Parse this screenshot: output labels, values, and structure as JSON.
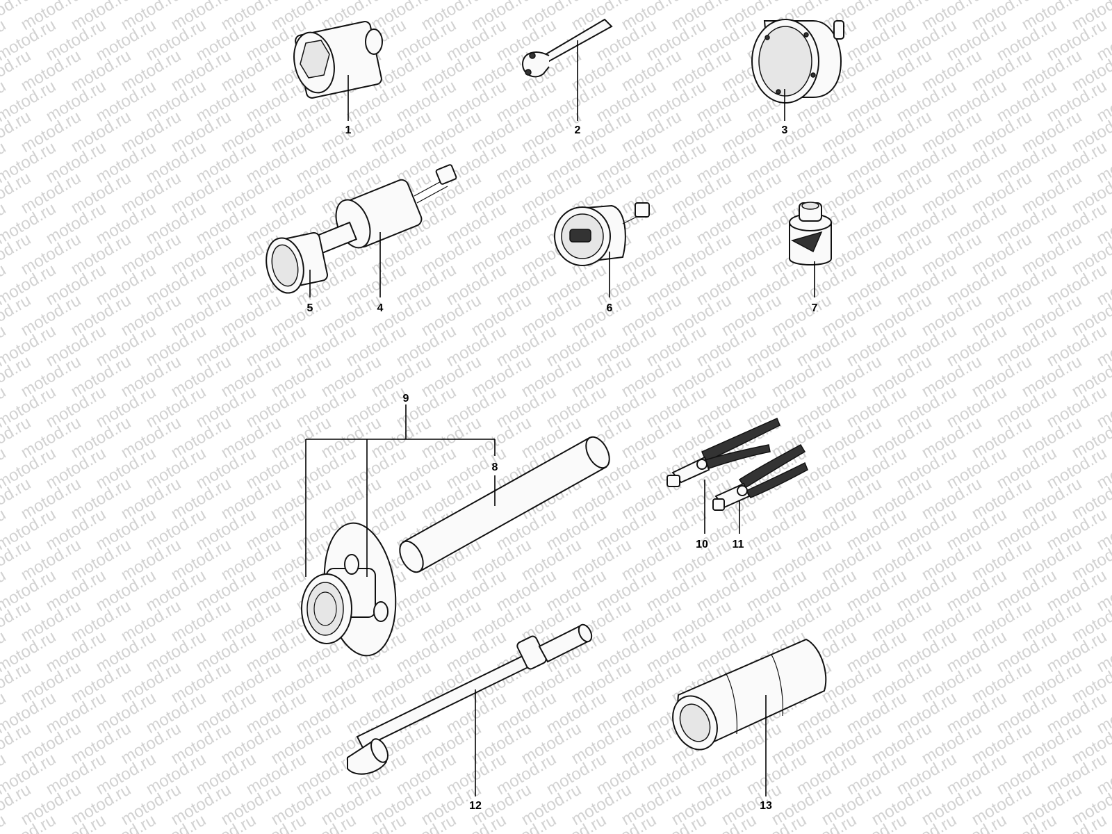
{
  "watermark": "motod.ru",
  "callouts": [
    {
      "id": "1",
      "label": "1"
    },
    {
      "id": "2",
      "label": "2"
    },
    {
      "id": "3",
      "label": "3"
    },
    {
      "id": "4",
      "label": "4"
    },
    {
      "id": "5",
      "label": "5"
    },
    {
      "id": "6",
      "label": "6"
    },
    {
      "id": "7",
      "label": "7"
    },
    {
      "id": "8",
      "label": "8"
    },
    {
      "id": "9",
      "label": "9"
    },
    {
      "id": "10",
      "label": "10"
    },
    {
      "id": "11",
      "label": "11"
    },
    {
      "id": "12",
      "label": "12"
    },
    {
      "id": "13",
      "label": "13"
    }
  ]
}
